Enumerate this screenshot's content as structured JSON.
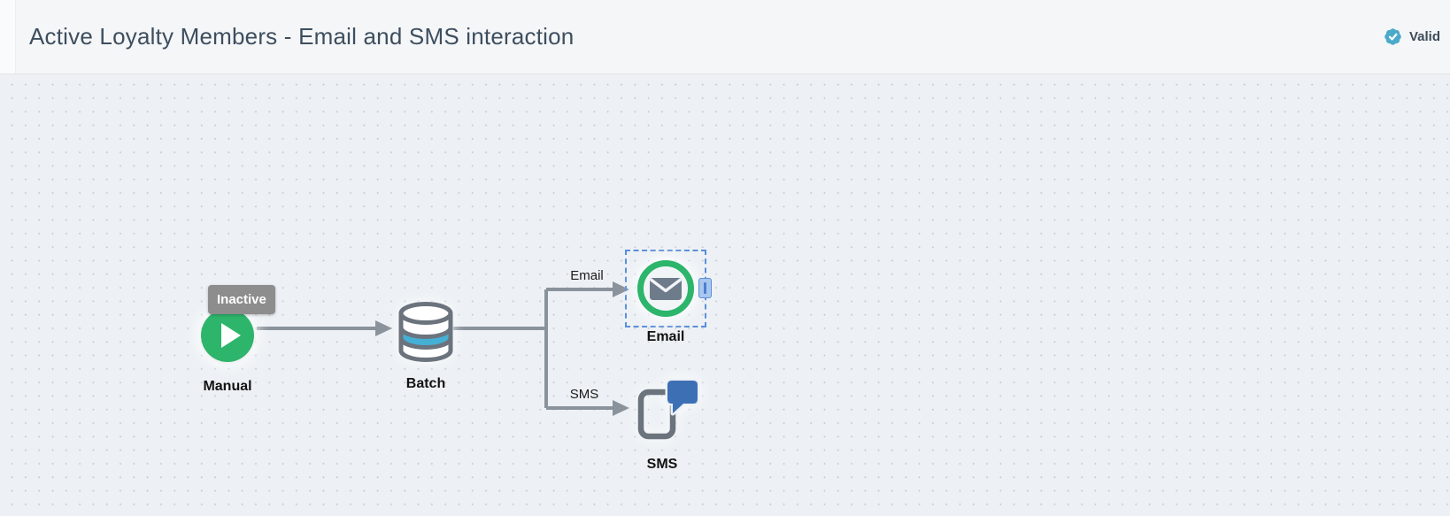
{
  "header": {
    "title": "Active Loyalty Members - Email and SMS interaction",
    "status": {
      "label": "Valid",
      "icon": "seal-check-icon",
      "color": "#4baac9"
    }
  },
  "canvas": {
    "nodes": [
      {
        "id": "manual",
        "type": "entry-source",
        "label": "Manual",
        "icon": "play-icon",
        "tooltip": "Inactive",
        "color": "#2db56b"
      },
      {
        "id": "batch",
        "type": "data-extension",
        "label": "Batch",
        "icon": "database-icon",
        "accent_color": "#45b0d5"
      },
      {
        "id": "email",
        "type": "email-activity",
        "label": "Email",
        "icon": "envelope-icon",
        "selected": true,
        "ring_color": "#2db56b"
      },
      {
        "id": "sms",
        "type": "sms-activity",
        "label": "SMS",
        "icon": "phone-message-icon",
        "bubble_color": "#3d6fb5"
      }
    ],
    "edges": [
      {
        "from": "manual",
        "to": "batch",
        "label": ""
      },
      {
        "from": "batch",
        "to": "email",
        "label": "Email"
      },
      {
        "from": "batch",
        "to": "sms",
        "label": "SMS"
      }
    ]
  },
  "colors": {
    "header_bg": "#f5f6f7",
    "canvas_bg": "#edf1f5",
    "grid_dot": "#c7ccd4",
    "edge_line": "#8a929b",
    "selection_blue": "#5a8ed8",
    "tooltip_bg": "#8d8d8d",
    "icon_gray": "#6b737d"
  }
}
